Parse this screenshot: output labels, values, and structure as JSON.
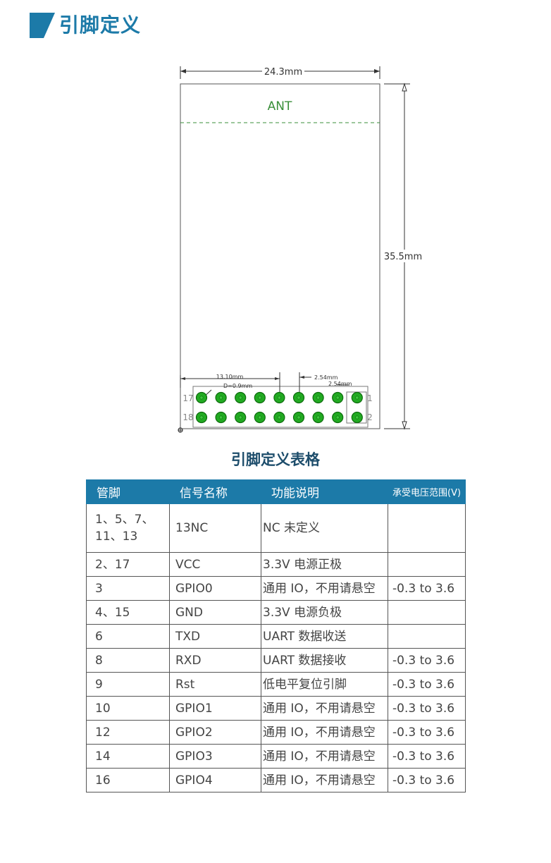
{
  "header": {
    "title": "引脚定义"
  },
  "diagram": {
    "width_label": "24.3mm",
    "height_label": "35.5mm",
    "ant_label": "ANT",
    "pitch_label_a": "13.10mm",
    "pitch_label_b": "2.54mm",
    "pitch_label_c": "2.54mm",
    "hole_label": "D=0.9mm",
    "pin17": "17",
    "pin18": "18",
    "pin1": "1",
    "pin2": "2",
    "pad_color": "#22aa22",
    "pad_ring_color": "#0d6b0d",
    "ant_color": "#3a8f3a"
  },
  "table": {
    "title": "引脚定义表格",
    "headers": [
      "管脚",
      "信号名称",
      "功能说明",
      "承受电压范围(V)"
    ],
    "rows": [
      [
        "1、5、7、11、13",
        "13NC",
        "NC 未定义",
        ""
      ],
      [
        "2、17",
        "VCC",
        "3.3V 电源正极",
        ""
      ],
      [
        "3",
        "GPIO0",
        "通用 IO，不用请悬空",
        "-0.3 to 3.6"
      ],
      [
        "4、15",
        "GND",
        "3.3V 电源负极",
        ""
      ],
      [
        "6",
        "TXD",
        "UART 数据收送",
        ""
      ],
      [
        "8",
        "RXD",
        "UART 数据接收",
        "-0.3 to 3.6"
      ],
      [
        "9",
        "Rst",
        "低电平复位引脚",
        "-0.3 to 3.6"
      ],
      [
        "10",
        "GPIO1",
        "通用 IO，不用请悬空",
        "-0.3 to 3.6"
      ],
      [
        "12",
        "GPIO2",
        "通用 IO，不用请悬空",
        "-0.3 to 3.6"
      ],
      [
        "14",
        "GPIO3",
        "通用 IO，不用请悬空",
        "-0.3 to 3.6"
      ],
      [
        "16",
        "GPIO4",
        "通用 IO，不用请悬空",
        "-0.3 to 3.6"
      ]
    ]
  }
}
